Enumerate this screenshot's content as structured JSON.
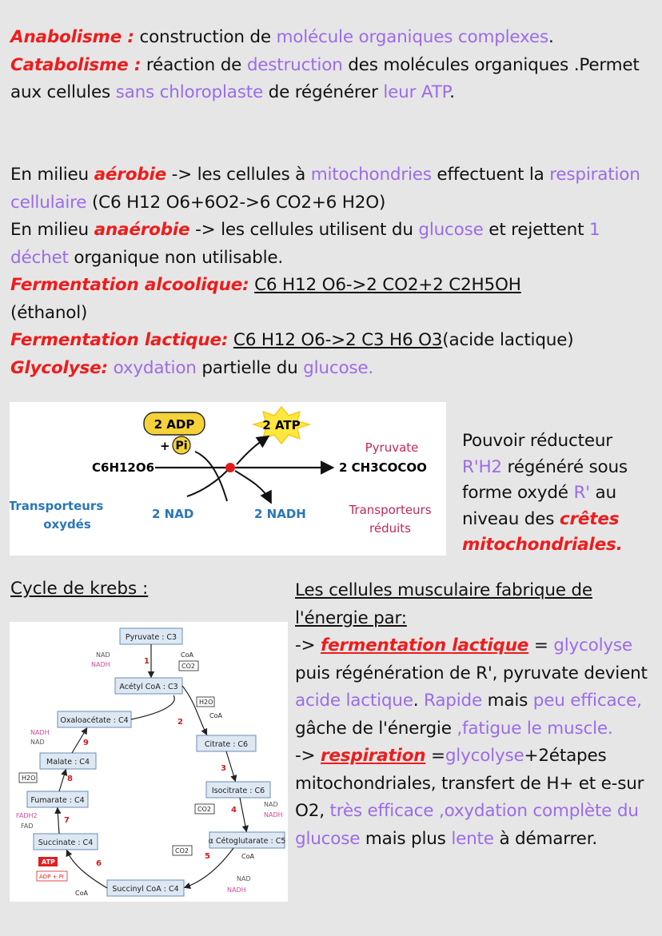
{
  "p1": {
    "anab_term": "Anabolisme :",
    "anab_a": " construction de ",
    "anab_b": "molécule organiques complexes",
    "anab_c": ".",
    "catab_term": "Catabolisme :",
    "catab_a": " réaction de ",
    "catab_b": "destruction",
    "catab_c": " des molécules organiques .Permet aux cellules ",
    "catab_d": "sans chloroplaste",
    "catab_e": " de régénérer ",
    "catab_f": "leur ATP",
    "catab_g": "."
  },
  "p2": {
    "aer_a": "En milieu ",
    "aer_term": "aérobie",
    "aer_b": " -> les cellules à ",
    "aer_c": "mitochondries",
    "aer_d": " effectuent la ",
    "aer_e": "respiration cellulaire",
    "aer_f": " (C6 H12 O6+6O2->6 CO2+6 H2O)",
    "ana_a": "En milieu ",
    "ana_term": "anaérobie",
    "ana_b": " -> les cellules utilisent du ",
    "ana_c": "glucose",
    "ana_d": " et rejettent ",
    "ana_e": "1 déchet",
    "ana_f": " organique non utilisable.",
    "ferm_alc_term": "Fermentation alcoolique",
    "ferm_alc_colon": ":",
    "ferm_alc_eq": "C6 H12 O6->2 CO2+2 C2H5OH",
    "ferm_alc_note": " (éthanol)",
    "ferm_lac_term": "Fermentation lactique",
    "ferm_lac_colon": ":",
    "ferm_lac_eq": "C6 H12 O6->2 C3 H6 O3",
    "ferm_lac_note": "(acide lactique)",
    "glyc_term": "Glycolyse",
    "glyc_colon": ":",
    "glyc_a": "oxydation",
    "glyc_b": " partielle du ",
    "glyc_c": "glucose."
  },
  "glycolysis": {
    "adp": "2 ADP",
    "pi_plus": "+",
    "pi": "Pi",
    "atp": "2 ATP",
    "glucose": "C6H12O6",
    "pyruvate": "Pyruvate",
    "pyruvate_formula": "2 CH3COCOO",
    "ox_carriers_1": "Transporteurs",
    "ox_carriers_2": "oxydés",
    "nad": "2 NAD",
    "nadh": "2 NADH",
    "red_carriers_1": "Transporteurs",
    "red_carriers_2": "réduits"
  },
  "reducing": {
    "a": "Pouvoir réducteur ",
    "b": "R'H2",
    "c": " régénéré sous forme oxydé ",
    "d": "R'",
    "e": " au niveau des ",
    "f": "crêtes mitochondriales."
  },
  "krebs": {
    "title": "Cycle de krebs :",
    "pyruvate": "Pyruvate : C3",
    "acetyl": "Acétyl CoA : C3",
    "oxalo": "Oxaloacétate : C4",
    "citrate": "Citrate : C6",
    "malate": "Malate : C4",
    "isocitrate": "Isocitrate : C6",
    "fumarate": "Fumarate : C4",
    "cetoglut": "α Cétoglutarate : C5",
    "succinate": "Succinate : C4",
    "succinyl": "Succinyl CoA : C4",
    "nad": "NAD",
    "nadh": "NADH",
    "coa": "CoA",
    "co2": "CO2",
    "h2o": "H2O",
    "fadh2": "FADH2",
    "fad": "FAD",
    "atp": "ATP",
    "adp_pi": "ADP + Pi",
    "steps": [
      "1",
      "2",
      "3",
      "4",
      "5",
      "6",
      "7",
      "8",
      "9"
    ]
  },
  "muscle": {
    "title": "Les cellules musculaire fabrique de l'énergie par:",
    "l1_a": "-> ",
    "l1_b": "fermentation lactique",
    "l1_c": " = ",
    "l1_d": "glycolyse",
    "l1_e": " puis régénération de R', pyruvate devient ",
    "l1_f": "acide lactique",
    "l1_g": ". ",
    "l1_h": "Rapide",
    "l1_i": " mais ",
    "l1_j": "peu efficace,",
    "l1_k": " gâche de l'énergie ",
    "l1_l": ",fatigue le muscle.",
    "l2_a": "-> ",
    "l2_b": "respiration",
    "l2_c": " =",
    "l2_d": "glycolyse",
    "l2_e": "+2étapes mitochondriales, transfert de H+ et e-sur O2, ",
    "l2_f": "très efficace ,oxydation complète du glucose",
    "l2_g": " mais plus ",
    "l2_h": "lente",
    "l2_i": " à démarrer."
  }
}
